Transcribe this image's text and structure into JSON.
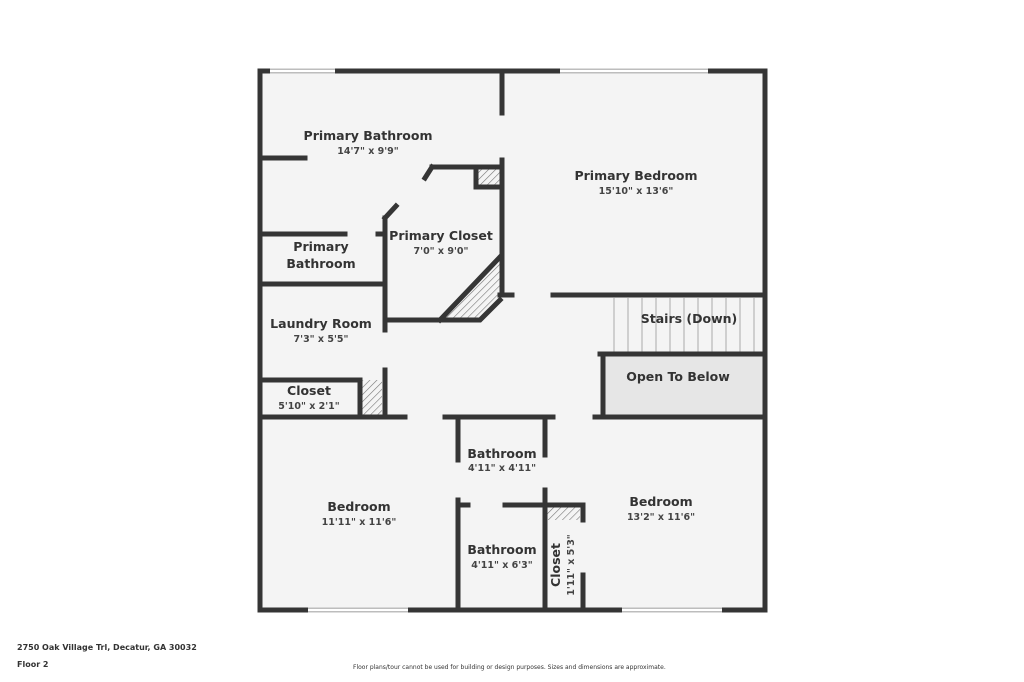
{
  "rooms": [
    {
      "name": "Primary Bathroom",
      "dims": "14'7\" x 9'9\""
    },
    {
      "name": "Primary Bedroom",
      "dims": "15'10\" x 13'6\""
    },
    {
      "name": "Primary Closet",
      "dims": "7'0\" x 9'0\""
    },
    {
      "name_line1": "Primary",
      "name_line2": "Bathroom"
    },
    {
      "name": "Laundry Room",
      "dims": "7'3\" x 5'5\""
    },
    {
      "name": "Stairs (Down)"
    },
    {
      "name": "Open To Below"
    },
    {
      "name": "Closet",
      "dims": "5'10\" x 2'1\""
    },
    {
      "name": "Bathroom",
      "dims": "4'11\" x 4'11\""
    },
    {
      "name": "Bedroom",
      "dims": "11'11\" x 11'6\""
    },
    {
      "name": "Bedroom",
      "dims": "13'2\" x 11'6\""
    },
    {
      "name": "Bathroom",
      "dims": "4'11\" x 6'3\""
    },
    {
      "name": "Closet",
      "dims": "1'11\" x 5'3\""
    }
  ],
  "footer": {
    "address": "2750 Oak Village Trl, Decatur, GA 30032",
    "floor": "Floor 2",
    "disclaimer": "Floor plans/tour cannot be used for building or design purposes. Sizes and dimensions are approximate."
  }
}
